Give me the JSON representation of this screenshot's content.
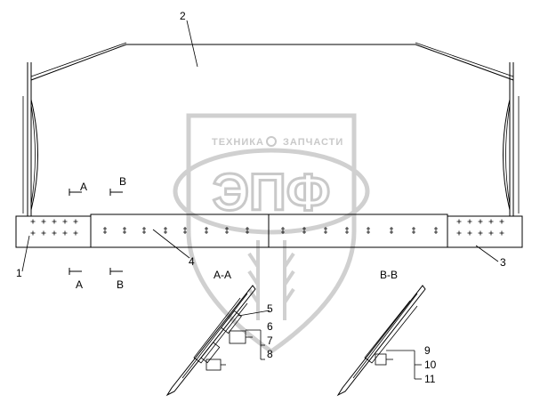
{
  "watermark": {
    "text_top_left": "ТЕХНИКА",
    "text_top_right": "ЗАПЧАСТИ",
    "text_big": "ЭПФ"
  },
  "callouts": [
    {
      "id": "c1",
      "text": "1"
    },
    {
      "id": "c2",
      "text": "2"
    },
    {
      "id": "c3",
      "text": "3"
    },
    {
      "id": "c4",
      "text": "4"
    },
    {
      "id": "c5",
      "text": "5"
    },
    {
      "id": "c6",
      "text": "6"
    },
    {
      "id": "c7",
      "text": "7"
    },
    {
      "id": "c8",
      "text": "8"
    },
    {
      "id": "c9",
      "text": "9"
    },
    {
      "id": "c10",
      "text": "10"
    },
    {
      "id": "c11",
      "text": "11"
    }
  ],
  "section_marks": {
    "a_top": "A",
    "b_top": "B",
    "a_bottom": "A",
    "b_bottom": "B"
  },
  "section_views": {
    "aa_title": "A-A",
    "bb_title": "B-B"
  },
  "colors": {
    "line": "#000000",
    "watermark": "#c9c9c9"
  }
}
